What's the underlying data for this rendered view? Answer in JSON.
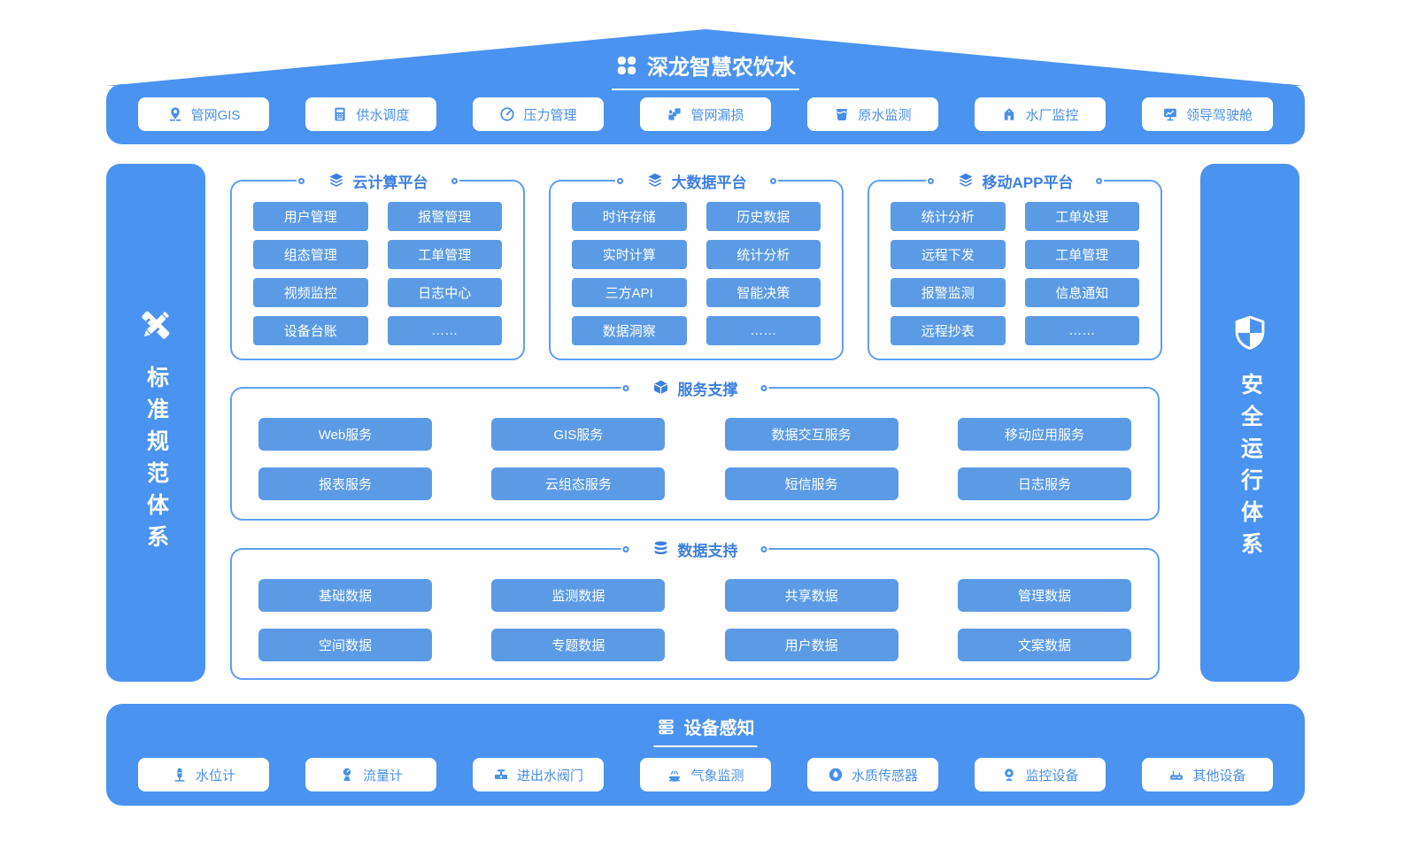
{
  "colors": {
    "primary": "#4a93f0",
    "chip_blue": "#5b9be6",
    "accent_text": "#3c7fe2",
    "box_border": "#5f9ff2",
    "button_text": "#4a90e8"
  },
  "header": {
    "title": "深龙智慧农饮水",
    "icon": "clover-icon",
    "apps": [
      {
        "label": "管网GIS",
        "icon": "map-pin-icon"
      },
      {
        "label": "供水调度",
        "icon": "plc-icon"
      },
      {
        "label": "压力管理",
        "icon": "gauge-icon"
      },
      {
        "label": "管网漏损",
        "icon": "pipe-icon"
      },
      {
        "label": "原水监测",
        "icon": "water-tank-icon"
      },
      {
        "label": "水厂监控",
        "icon": "plant-icon"
      },
      {
        "label": "领导驾驶舱",
        "icon": "dashboard-icon"
      }
    ]
  },
  "left_sidebar": {
    "label": "标准规范体系",
    "icon": "pencil-ruler-icon"
  },
  "right_sidebar": {
    "label": "安全运行体系",
    "icon": "shield-icon"
  },
  "platforms": [
    {
      "title": "云计算平台",
      "icon": "layers-icon",
      "items": [
        "用户管理",
        "报警管理",
        "组态管理",
        "工单管理",
        "视频监控",
        "日志中心",
        "设备台账",
        "……"
      ]
    },
    {
      "title": "大数据平台",
      "icon": "layers-icon",
      "items": [
        "时许存储",
        "历史数据",
        "实时计算",
        "统计分析",
        "三方API",
        "智能决策",
        "数据洞察",
        "……"
      ]
    },
    {
      "title": "移动APP平台",
      "icon": "layers-icon",
      "items": [
        "统计分析",
        "工单处理",
        "远程下发",
        "工单管理",
        "报警监测",
        "信息通知",
        "远程抄表",
        "……"
      ]
    }
  ],
  "service_support": {
    "title": "服务支撑",
    "icon": "cube-icon",
    "items": [
      "Web服务",
      "GIS服务",
      "数据交互服务",
      "移动应用服务",
      "报表服务",
      "云组态服务",
      "短信服务",
      "日志服务"
    ]
  },
  "data_support": {
    "title": "数据支持",
    "icon": "database-icon",
    "items": [
      "基础数据",
      "监测数据",
      "共享数据",
      "管理数据",
      "空间数据",
      "专题数据",
      "用户数据",
      "文案数据"
    ]
  },
  "device_layer": {
    "title": "设备感知",
    "icon": "server-icon",
    "devices": [
      {
        "label": "水位计",
        "icon": "water-level-icon"
      },
      {
        "label": "流量计",
        "icon": "flow-meter-icon"
      },
      {
        "label": "进出水阀门",
        "icon": "valve-icon"
      },
      {
        "label": "气象监测",
        "icon": "weather-icon"
      },
      {
        "label": "水质传感器",
        "icon": "water-quality-icon"
      },
      {
        "label": "监控设备",
        "icon": "camera-icon"
      },
      {
        "label": "其他设备",
        "icon": "device-icon"
      }
    ]
  }
}
